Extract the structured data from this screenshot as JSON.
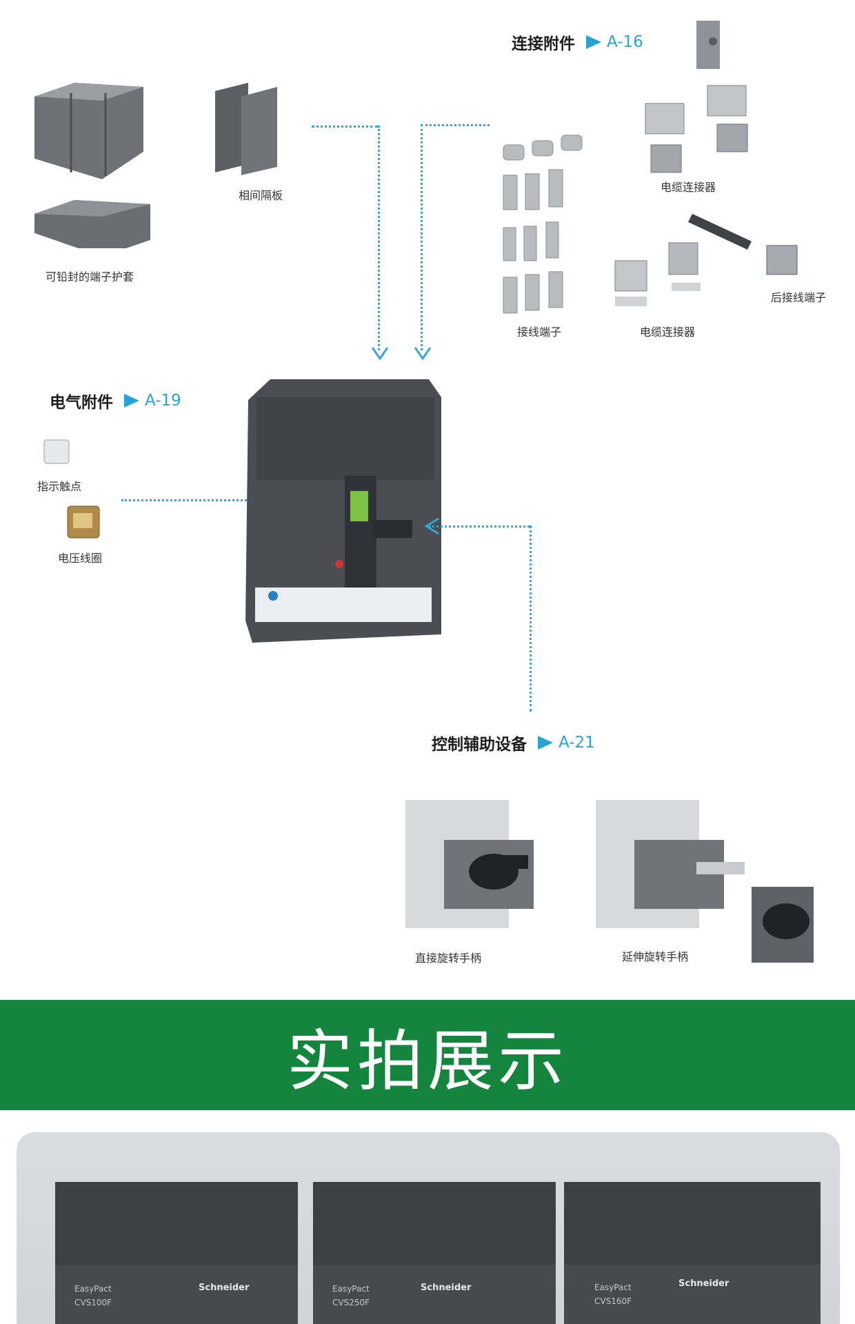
{
  "sections": {
    "connection": {
      "title": "连接附件",
      "ref": "A-16"
    },
    "electrical": {
      "title": "电气附件",
      "ref": "A-19"
    },
    "control": {
      "title": "控制辅助设备",
      "ref": "A-21"
    }
  },
  "labels": {
    "terminal_cover": "可铅封的端子护套",
    "phase_barrier": "相间隔板",
    "cable_connector_1": "电缆连接器",
    "terminal": "接线端子",
    "cable_connector_2": "电缆连接器",
    "rear_terminal": "后接线端子",
    "indicator_contact": "指示触点",
    "voltage_coil": "电压线圈",
    "direct_handle": "直接旋转手柄",
    "extended_handle": "延伸旋转手柄"
  },
  "banner": {
    "text": "实拍展示"
  },
  "photo": {
    "brand": "Schneider",
    "series": "EasyPact",
    "models": [
      "CVS100F",
      "CVS250F",
      "CVS160F"
    ]
  },
  "colors": {
    "accent": "#2aa2d6",
    "banner": "#13853c"
  }
}
